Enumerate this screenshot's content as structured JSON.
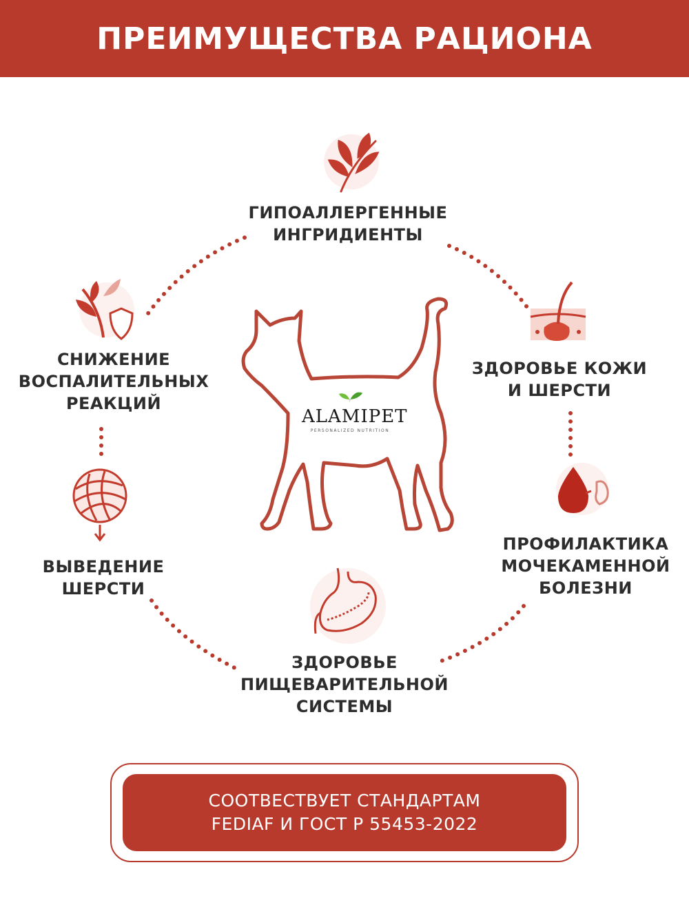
{
  "header": {
    "title": "ПРЕИМУЩЕСТВА РАЦИОНА"
  },
  "benefits": {
    "hypo": {
      "line1": "ГИПОАЛЛЕРГЕННЫЕ",
      "line2": "ИНГРИДИЕНТЫ",
      "icon": "leaf-branch-icon"
    },
    "skin": {
      "line1": "ЗДОРОВЬЕ КОЖИ",
      "line2": "И ШЕРСТИ",
      "icon": "hair-follicle-icon"
    },
    "urinary": {
      "line1": "ПРОФИЛАКТИКА",
      "line2": "МОЧЕКАМЕННОЙ",
      "line3": "БОЛЕЗНИ",
      "icon": "blood-drop-kidney-icon"
    },
    "digestive": {
      "line1": "ЗДОРОВЬЕ",
      "line2": "ПИЩЕВАРИТЕЛЬНОЙ",
      "line3": "СИСТЕМЫ",
      "icon": "stomach-icon"
    },
    "hairball": {
      "line1": "ВЫВЕДЕНИЕ",
      "line2": "ШЕРСТИ",
      "icon": "yarn-ball-icon"
    },
    "inflammation": {
      "line1": "СНИЖЕНИЕ",
      "line2": "ВОСПАЛИТЕЛЬНЫХ",
      "line3": "РЕАКЦИЙ",
      "icon": "leaf-shield-icon"
    }
  },
  "logo": {
    "brand": "ALAMIPET",
    "tagline": "PERSONALIZED NUTRITION"
  },
  "footer": {
    "line1": "СООТВЕСТВУЕТ СТАНДАРТАМ",
    "line2": "FEDIAF И ГОСТ Р 55453-2022"
  },
  "colors": {
    "accent": "#b83a2c",
    "text": "#2d2d2d",
    "background": "#ffffff"
  }
}
